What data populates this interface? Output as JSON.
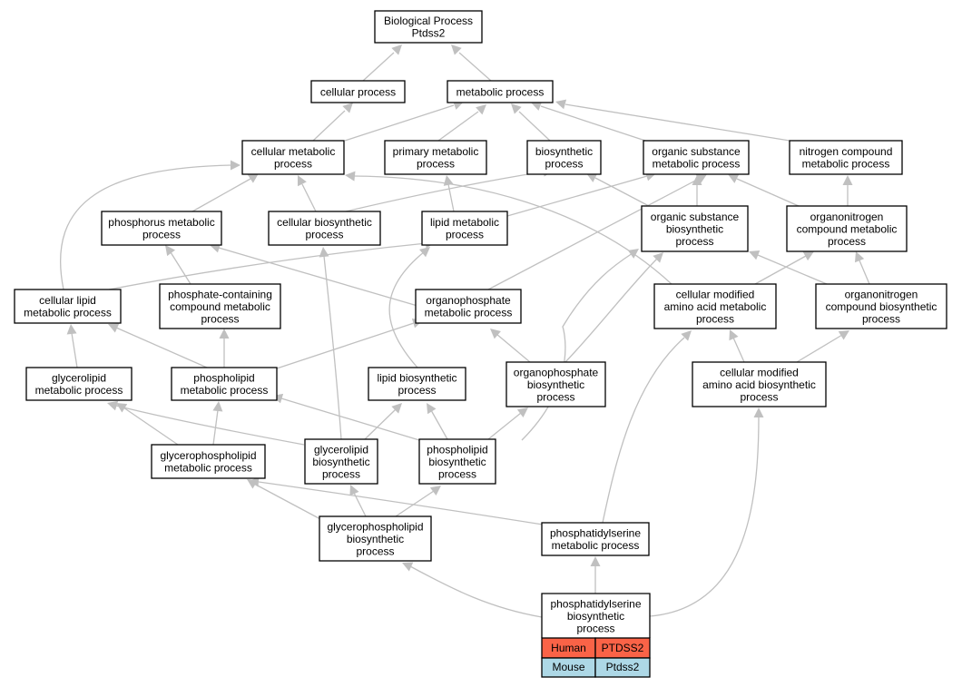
{
  "nodes": [
    {
      "id": "bp",
      "lines": [
        "Biological Process",
        "Ptdss2"
      ]
    },
    {
      "id": "cp",
      "lines": [
        "cellular process"
      ]
    },
    {
      "id": "mp",
      "lines": [
        "metabolic process"
      ]
    },
    {
      "id": "cmp",
      "lines": [
        "cellular metabolic",
        "process"
      ]
    },
    {
      "id": "pmp",
      "lines": [
        "primary metabolic",
        "process"
      ]
    },
    {
      "id": "bs",
      "lines": [
        "biosynthetic",
        "process"
      ]
    },
    {
      "id": "osmp",
      "lines": [
        "organic substance",
        "metabolic process"
      ]
    },
    {
      "id": "ncmp",
      "lines": [
        "nitrogen compound",
        "metabolic process"
      ]
    },
    {
      "id": "phmp",
      "lines": [
        "phosphorus metabolic",
        "process"
      ]
    },
    {
      "id": "cbp",
      "lines": [
        "cellular biosynthetic",
        "process"
      ]
    },
    {
      "id": "lmp",
      "lines": [
        "lipid metabolic",
        "process"
      ]
    },
    {
      "id": "osbp",
      "lines": [
        "organic substance",
        "biosynthetic",
        "process"
      ]
    },
    {
      "id": "oncmp",
      "lines": [
        "organonitrogen",
        "compound metabolic",
        "process"
      ]
    },
    {
      "id": "clmp",
      "lines": [
        "cellular lipid",
        "metabolic process"
      ]
    },
    {
      "id": "pccmp",
      "lines": [
        "phosphate-containing",
        "compound metabolic",
        "process"
      ]
    },
    {
      "id": "opmp",
      "lines": [
        "organophosphate",
        "metabolic process"
      ]
    },
    {
      "id": "cmaamp",
      "lines": [
        "cellular modified",
        "amino acid metabolic",
        "process"
      ]
    },
    {
      "id": "oncbp",
      "lines": [
        "organonitrogen",
        "compound biosynthetic",
        "process"
      ]
    },
    {
      "id": "glmp",
      "lines": [
        "glycerolipid",
        "metabolic process"
      ]
    },
    {
      "id": "plmp",
      "lines": [
        "phospholipid",
        "metabolic process"
      ]
    },
    {
      "id": "lbp",
      "lines": [
        "lipid biosynthetic",
        "process"
      ]
    },
    {
      "id": "opbp",
      "lines": [
        "organophosphate",
        "biosynthetic",
        "process"
      ]
    },
    {
      "id": "cmaabp",
      "lines": [
        "cellular modified",
        "amino acid biosynthetic",
        "process"
      ]
    },
    {
      "id": "gplmp",
      "lines": [
        "glycerophospholipid",
        "metabolic process"
      ]
    },
    {
      "id": "glbp",
      "lines": [
        "glycerolipid",
        "biosynthetic",
        "process"
      ]
    },
    {
      "id": "plbp",
      "lines": [
        "phospholipid",
        "biosynthetic",
        "process"
      ]
    },
    {
      "id": "gplbp",
      "lines": [
        "glycerophospholipid",
        "biosynthetic",
        "process"
      ]
    },
    {
      "id": "psmp",
      "lines": [
        "phosphatidylserine",
        "metabolic process"
      ]
    },
    {
      "id": "psbp",
      "lines": [
        "phosphatidylserine",
        "biosynthetic",
        "process"
      ]
    }
  ],
  "orthologs": [
    {
      "species": "Human",
      "gene": "PTDSS2"
    },
    {
      "species": "Mouse",
      "gene": "Ptdss2"
    }
  ],
  "colors": {
    "human_cell": "#fa6347",
    "mouse_cell": "#add8e6",
    "edge": "#c0c0c0",
    "node_border": "#000000"
  }
}
